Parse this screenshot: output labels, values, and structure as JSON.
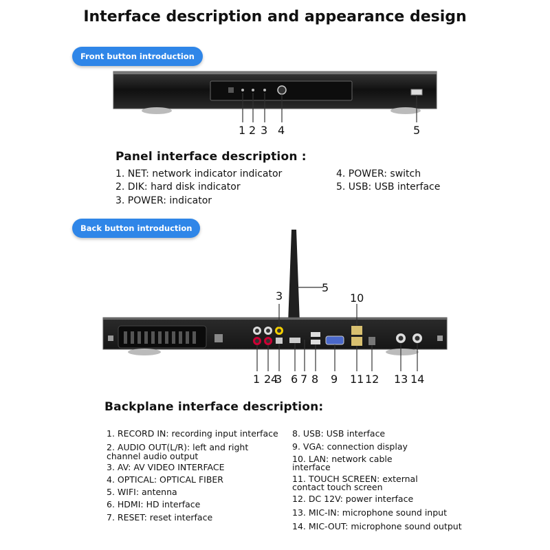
{
  "title": "Interface description and appearance design",
  "front": {
    "badge": "Front button introduction",
    "numbers": [
      "1",
      "2",
      "3",
      "4",
      "5"
    ],
    "heading": "Panel interface description :",
    "items": [
      "1. NET: network indicator indicator",
      "2. DIK: hard disk indicator",
      "3. POWER: indicator",
      "4. POWER: switch",
      "5.  USB: USB interface"
    ]
  },
  "back": {
    "badge": "Back button introduction",
    "callouts": [
      "3",
      "5",
      "10"
    ],
    "numbers": [
      "1",
      "2",
      "3",
      "4",
      "6",
      "7",
      "8",
      "9",
      "11",
      "12",
      "13",
      "14"
    ],
    "heading": "Backplane interface description:",
    "left_items": [
      "1. RECORD IN: recording input interface",
      "2. AUDIO OUT(L/R): left and right",
      "channel audio output",
      "3. AV:  AV VIDEO INTERFACE",
      "4. OPTICAL: OPTICAL FIBER",
      "5. WIFI: antenna",
      "6.  HDMI: HD interface",
      "7.  RESET: reset interface"
    ],
    "right_items": [
      "8. USB: USB interface",
      "9. VGA: connection display",
      "10. LAN: network cable",
      "interface",
      "11. TOUCH SCREEN: external",
      "contact touch screen",
      "12. DC 12V: power interface",
      "13. MIC-IN: microphone sound input",
      "14.  MIC-OUT: microphone sound output"
    ]
  },
  "colors": {
    "badge": "#2f86e8",
    "device": "#1a1a1a"
  }
}
